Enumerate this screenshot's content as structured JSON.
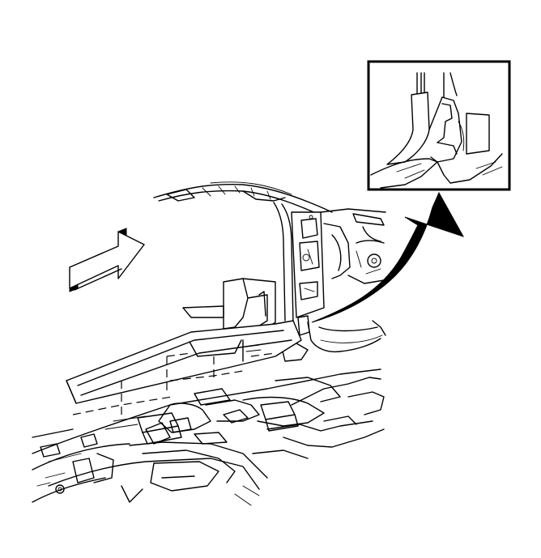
{
  "figure": {
    "type": "service-illustration",
    "line_color": "#000000",
    "background": "#ffffff",
    "icons": [
      "forward-direction-arrow",
      "detail-callout-arrow"
    ]
  }
}
